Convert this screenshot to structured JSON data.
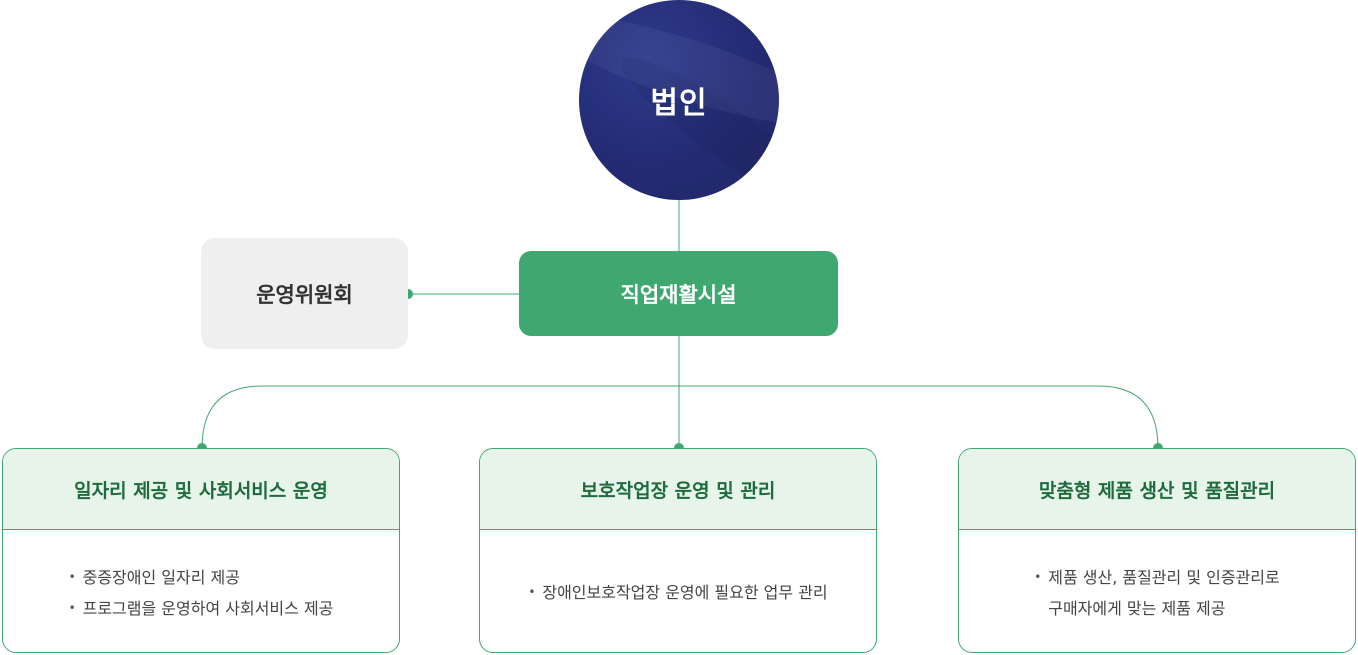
{
  "top": {
    "label": "법인"
  },
  "committee": {
    "label": "운영위원회"
  },
  "facility": {
    "label": "직업재활시설"
  },
  "colors": {
    "navy": "#242b73",
    "green": "#3fa870",
    "green_light": "#e6f4ea",
    "gray": "#efefef"
  },
  "cards": [
    {
      "title": "일자리 제공 및 사회서비스 운영",
      "items": [
        "중증장애인 일자리 제공",
        "프로그램을 운영하여 사회서비스 제공"
      ]
    },
    {
      "title": "보호작업장 운영 및 관리",
      "items": [
        "장애인보호작업장 운영에 필요한 업무 관리"
      ]
    },
    {
      "title": "맞춤형 제품 생산 및 품질관리",
      "items": [
        "제품 생산, 품질관리 및 인증관리로",
        "구매자에게 맞는 제품 제공"
      ]
    }
  ]
}
